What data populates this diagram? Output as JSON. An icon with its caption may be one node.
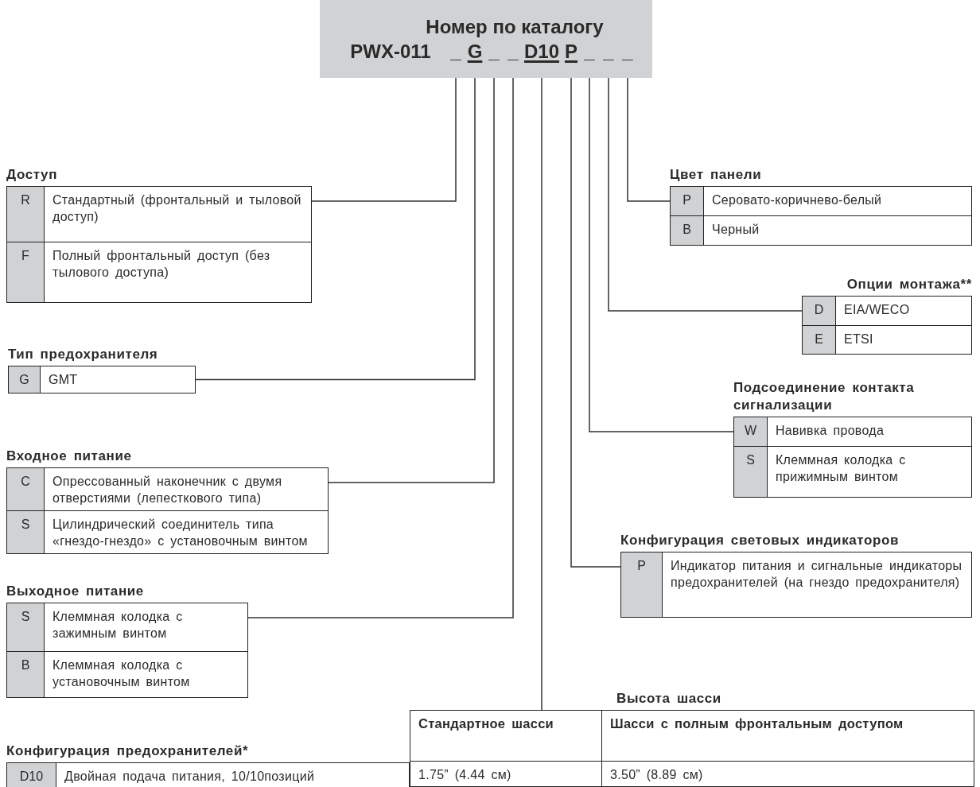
{
  "diagram": {
    "nodes": [
      {
        "text": [
          "Номер по каталогу",
          "PWX-011",
          "_",
          "G",
          "_",
          "_",
          "D10",
          "P",
          "_",
          "_",
          "_"
        ]
      },
      {
        "text": [
          "Доступ"
        ]
      },
      {
        "text": [
          "R",
          "Стандартный (фронтальный и тыловой доступ)"
        ],
        "in": 1
      },
      {
        "text": [
          "F",
          "Полный фронтальный доступ (без тылового доступа)"
        ],
        "in": 1
      },
      {
        "text": [
          "Цвет панели"
        ]
      },
      {
        "text": [
          "P",
          "Серовато-коричнево-белый"
        ],
        "in": 4
      },
      {
        "text": [
          "B",
          "Черный"
        ],
        "in": 4
      },
      {
        "text": [
          "Опции монтажа**"
        ]
      },
      {
        "text": [
          "D",
          "EIA/WECO"
        ],
        "in": 7
      },
      {
        "text": [
          "E",
          "ETSI"
        ],
        "in": 7
      },
      {
        "text": [
          "Тип предохранителя"
        ]
      },
      {
        "text": [
          "G",
          "GMT"
        ],
        "in": 10
      },
      {
        "text": [
          "Подсоединение контакта сигнализации"
        ]
      },
      {
        "text": [
          "W",
          "Навивка провода"
        ],
        "in": 12
      },
      {
        "text": [
          "S",
          "Клеммная колодка с прижимным винтом"
        ],
        "in": 12
      },
      {
        "text": [
          "Входное питание"
        ]
      },
      {
        "text": [
          "C",
          "Опрессованный наконечник с двумя отверстиями (лепесткового типа)"
        ],
        "in": 15
      },
      {
        "text": [
          "S",
          "Цилиндрический соединитель типа «гнездо-гнездо» с установочным винтом"
        ],
        "in": 15
      },
      {
        "text": [
          "Конфигурация световых индикаторов"
        ]
      },
      {
        "text": [
          "P",
          "Индикатор питания и сигнальные индикаторы предохранителей (на гнездо предохранителя)"
        ],
        "in": 18
      },
      {
        "text": [
          "Выходное питание"
        ]
      },
      {
        "text": [
          "S",
          "Клеммная колодка с зажимным винтом"
        ],
        "in": 20
      },
      {
        "text": [
          "B",
          "Клеммная колодка с установочным винтом"
        ],
        "in": 20
      },
      {
        "text": [
          "Высота шасси"
        ]
      },
      {
        "text": [
          "Стандартное шасси"
        ],
        "in": 23
      },
      {
        "text": [
          "Шасси с полным фронтальным доступом"
        ],
        "in": 23
      },
      {
        "text": [
          "1.75” (4.44 см)"
        ],
        "in": 23
      },
      {
        "text": [
          "3.50” (8.89 см)"
        ],
        "in": 23
      },
      {
        "text": [
          "Конфигурация предохранителей*"
        ]
      },
      {
        "text": [
          "D10",
          "Двойная подача питания, 10/10позиций"
        ],
        "in": 28
      }
    ],
    "edges": [
      {
        "from": 0,
        "to": 2,
        "arrow": "none"
      },
      {
        "from": 0,
        "to": 11,
        "arrow": "none"
      },
      {
        "from": 0,
        "to": 16,
        "arrow": "none"
      },
      {
        "from": 0,
        "to": 21,
        "arrow": "none"
      },
      {
        "from": 0,
        "to": 24,
        "arrow": "none"
      },
      {
        "from": 0,
        "to": 19,
        "arrow": "none"
      },
      {
        "from": 0,
        "to": 13,
        "arrow": "none"
      },
      {
        "from": 0,
        "to": 8,
        "arrow": "none"
      },
      {
        "from": 0,
        "to": 5,
        "arrow": "none"
      }
    ]
  }
}
